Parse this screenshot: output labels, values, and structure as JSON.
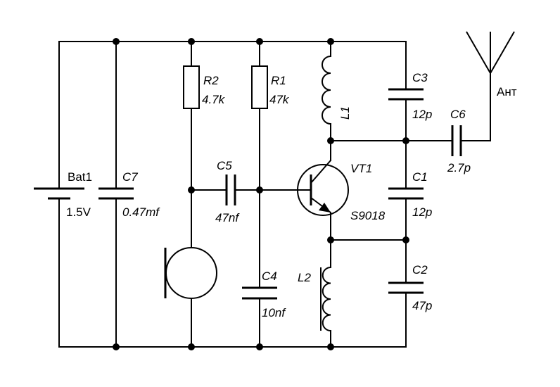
{
  "components": {
    "battery": {
      "ref": "Bat1",
      "value": "1.5V"
    },
    "c7": {
      "ref": "C7",
      "value": "0.47mf"
    },
    "r2": {
      "ref": "R2",
      "value": "4.7k"
    },
    "r1": {
      "ref": "R1",
      "value": "47k"
    },
    "c5": {
      "ref": "C5",
      "value": "47nf"
    },
    "c4": {
      "ref": "C4",
      "value": "10nf"
    },
    "l1": {
      "ref": "L1"
    },
    "l2": {
      "ref": "L2"
    },
    "transistor": {
      "ref": "VT1",
      "value": "S9018"
    },
    "c3": {
      "ref": "C3",
      "value": "12p"
    },
    "c1": {
      "ref": "C1",
      "value": "12p"
    },
    "c2": {
      "ref": "C2",
      "value": "47p"
    },
    "c6": {
      "ref": "C6",
      "value": "2.7p"
    },
    "antenna": {
      "label": "Ант"
    }
  }
}
